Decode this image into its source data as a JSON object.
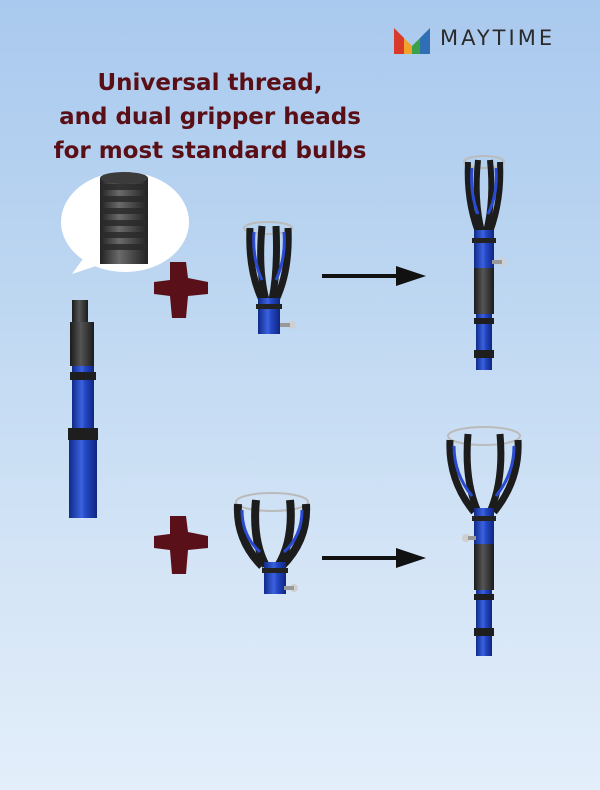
{
  "brand": {
    "name": "MAYTIME",
    "logo_colors": [
      "#d9392b",
      "#f2a22c",
      "#3aa14a",
      "#2f6fb5"
    ]
  },
  "headline": {
    "line1": "Universal thread,",
    "line2": "and dual gripper heads",
    "line3": "for most standard bulbs"
  },
  "colors": {
    "pole_blue": "#1d3fb8",
    "grip_black": "#2a2a2a",
    "plus_maroon": "#5a1018",
    "arrow_black": "#111111"
  },
  "icons": [
    "thread-zoom-bubble",
    "plus-icon",
    "arrow-right-icon",
    "small-gripper-head",
    "large-gripper-head",
    "extension-pole"
  ]
}
